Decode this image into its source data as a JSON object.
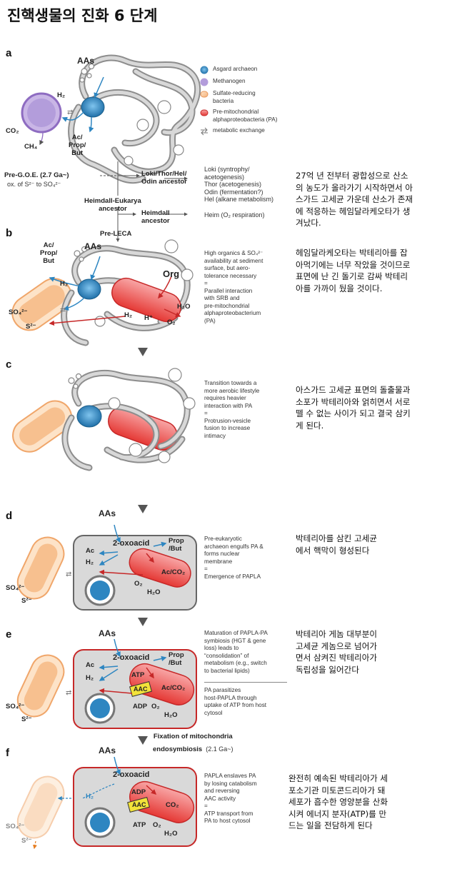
{
  "title": "진핵생물의 진화 6 단계",
  "legend": {
    "items": [
      {
        "label": "Asgard archaeon",
        "color": "#2e86c1",
        "icon": "asgard-circle"
      },
      {
        "label": "Methanogen",
        "color": "#b39ddb",
        "icon": "methanogen-circle"
      },
      {
        "label": "Sulfate-reducing\nbacteria",
        "color": "#f6c28b",
        "icon": "srb-swatch"
      },
      {
        "label": "Pre-mitochondrial\nalphaproteobacteria (PA)",
        "color": "#ef5350",
        "icon": "pa-swatch"
      },
      {
        "label": "metabolic exchange",
        "color": "#777777",
        "icon": "exchange-icon"
      }
    ]
  },
  "panel_a": {
    "letter": "a",
    "aas": "AAs",
    "h2": "H₂",
    "co2": "CO₂",
    "ch4": "CH₄",
    "products": "Ac/\nProp/\nBut",
    "pregoe": "Pre-G.O.E. (2.7 Ga~)",
    "ox": "ox. of S²⁻ to SO₄²⁻",
    "loki_node": "Loki/Thor/Hel/\nOdin ancestor",
    "loki_desc": "Loki (syntrophy/\n        acetogenesis)\nThor (acetogenesis)\nOdin (fermentation?)\nHel (alkane metabolism)",
    "heimdall_eukarya": "Heimdall-Eukarya\nancestor",
    "heimdall_node": "Heimdall\nancestor",
    "heim_desc": "Heim (O₂ respiration)",
    "pre_leca": "Pre-LECA",
    "ko": "27억 년 전부터 광합성으로 산소\n의 농도가 올라가기 시작하면서 아\n스가드 고세균 가운데 산소가 존재\n에 적응하는 헤임달라케오타가 생\n겨났다."
  },
  "panel_b": {
    "letter": "b",
    "aas": "AAs",
    "products": "Ac/\nProp/\nBut",
    "h2": "H₂",
    "so4": "SO₄²⁻",
    "s2": "S²⁻",
    "org": "Org",
    "h2o": "H₂O",
    "o2": "O₂",
    "hplus": "H⁺",
    "h2b": "H₂",
    "desc": "High organics & SO₄²⁻\navailability at sediment\nsurface, but aero-\ntolerance necessary\n=\nParallel interaction\nwith SRB and\npre-mitochondrial\nalphaproteobacterium\n(PA)",
    "ko": "헤임달라케오타는 박테리아를 잡\n아먹기에는 너무 작았을 것이므로\n표면에 난 긴 돌기로 감싸 박테리\n아를 가까이 뒀을 것이다."
  },
  "panel_c": {
    "letter": "c",
    "desc": "Transition towards a\nmore aerobic lifestyle\nrequires heavier\ninteraction with PA\n=\nProtrusion-vesicle\nfusion to increase\nintimacy",
    "ko": "아스가드 고세균 표면의 돌출물과\n소포가 박테리아와 얽히면서 서로\n뗄 수 없는 사이가 되고 결국 삼키\n게 된다."
  },
  "panel_d": {
    "letter": "d",
    "aas": "AAs",
    "oxoacid": "2-oxoacid",
    "ac": "Ac",
    "h2": "H₂",
    "prop": "Prop\n/But",
    "acco2": "Ac/CO₂",
    "o2": "O₂",
    "h2o": "H₂O",
    "so4": "SO₄²⁻",
    "s2": "S²⁻",
    "desc": "Pre-eukaryotic\narchaeon engulfs PA &\nforms nuclear\nmembrane\n=\nEmergence of PAPLA",
    "ko": "박테리아를 삼킨 고세균\n에서 핵막이 형성된다"
  },
  "panel_e": {
    "letter": "e",
    "aas": "AAs",
    "oxoacid": "2-oxoacid",
    "ac": "Ac",
    "h2": "H₂",
    "prop": "Prop\n/But",
    "atp": "ATP",
    "aac": "AAC",
    "adp": "ADP",
    "acco2": "Ac/CO₂",
    "o2": "O₂",
    "h2o": "H₂O",
    "so4": "SO₄²⁻",
    "s2": "S²⁻",
    "desc1": "Maturation of PAPLA-PA\nsymbiosis (HGT & gene\nloss) leads to\n“consolidation” of\nmetabolism (e.g., switch\nto bacterial lipids)",
    "desc2": "PA parasitizes\nhost-PAPLA through\nuptake of ATP from host\ncytosol",
    "ko": "박테리아 게놈 대부분이\n고세균 게놈으로 넘어가\n면서 삼켜진 박테리아가\n독립성을 잃어간다"
  },
  "fixation": {
    "title": "Fixation of mitochondria",
    "subtitle": "endosymbiosis",
    "age": "(2.1 Ga~)"
  },
  "panel_f": {
    "letter": "f",
    "aas": "AAs",
    "oxoacid": "2-oxoacid",
    "h2": "H₂",
    "adp": "ADP",
    "aac": "AAC",
    "atp": "ATP",
    "co2": "CO₂",
    "o2": "O₂",
    "h2o": "H₂O",
    "so4": "SO₄²⁻",
    "s2": "S²⁻",
    "desc": "PAPLA enslaves PA\nby losing catabolism\nand reversing\nAAC activity\n=\nATP transport from\nPA to host cytosol",
    "ko": "완전히 예속된 박테리아가 세\n포소기관 미토콘드리아가 돼\n세포가 흡수한 영양분을 산화\n시켜 에너지 분자(ATP)를 만\n드는 일을 전담하게 된다"
  }
}
